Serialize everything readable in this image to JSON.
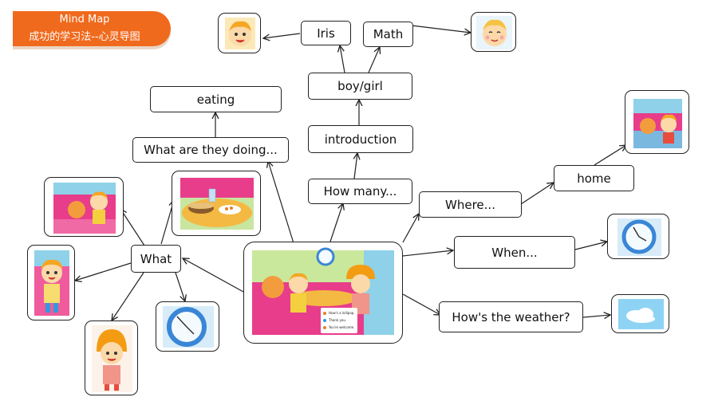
{
  "banner": {
    "title": "Mind Map",
    "subtitle": "成功的学习法--心灵导图"
  },
  "nodes": {
    "iris": "Iris",
    "math": "Math",
    "boy_girl": "boy/girl",
    "eating": "eating",
    "introduction": "introduction",
    "what_doing": "What are they doing...",
    "home": "home",
    "how_many": "How many...",
    "where": "Where...",
    "what": "What",
    "when": "When...",
    "weather": "How's the weather?"
  },
  "center_speech": [
    "How's a lollipop.",
    "Thank you.",
    "You're welcome."
  ],
  "colors": {
    "banner": "#f06a1e",
    "border": "#222222",
    "clock": "#3a86d6",
    "sky": "#8fd3f4",
    "room": "#e83d8a"
  },
  "icons": [
    "boy-icon",
    "girl-icon",
    "clock-icon",
    "cloud-icon",
    "food-icon",
    "classroom-icon"
  ]
}
